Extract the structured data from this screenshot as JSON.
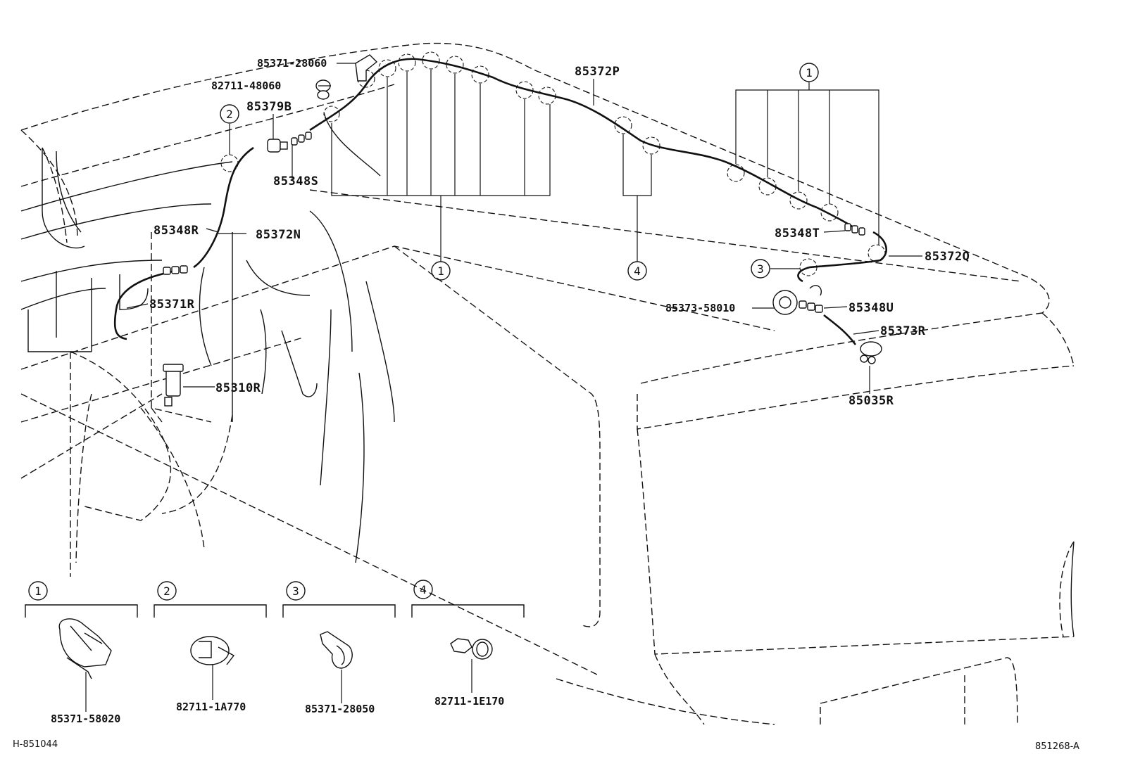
{
  "labels": {
    "p85371_28060": "85371-28060",
    "p82711_48060": "82711-48060",
    "p85379B": "85379B",
    "p85348S": "85348S",
    "p85348R": "85348R",
    "p85372N": "85372N",
    "p85371R": "85371R",
    "p85310R": "85310R",
    "p85372P": "85372P",
    "p85348T": "85348T",
    "p85372Q": "85372Q",
    "p85373_58010": "85373-58010",
    "p85348U": "85348U",
    "p85373R": "85373R",
    "p85035R": "85035R"
  },
  "callouts": {
    "c1": "1",
    "c2": "2",
    "c3": "3",
    "c4": "4"
  },
  "legend": [
    {
      "num": "1",
      "part": "85371-58020"
    },
    {
      "num": "2",
      "part": "82711-1A770"
    },
    {
      "num": "3",
      "part": "85371-28050"
    },
    {
      "num": "4",
      "part": "82711-1E170"
    }
  ],
  "footer": {
    "left": "H-851044",
    "right": "851268-A"
  }
}
